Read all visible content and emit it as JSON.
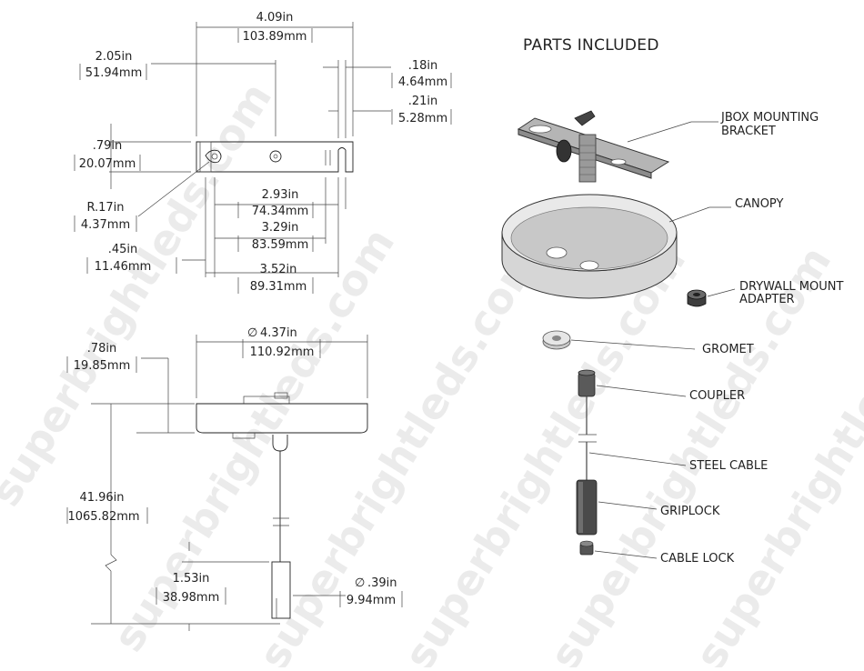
{
  "watermark": "superbrightleds.com",
  "parts_title": "PARTS INCLUDED",
  "colors": {
    "line": "#222222",
    "part_gray": "#9a9a9a",
    "part_light": "#cfcfcf",
    "watermark": "#dcdcdc"
  },
  "top_view_dims": {
    "overall_width": {
      "in": "4.09in",
      "mm": "103.89mm"
    },
    "center_offset": {
      "in": "2.05in",
      "mm": "51.94mm"
    },
    "slot_width_a": {
      "in": ".18in",
      "mm": "4.64mm"
    },
    "slot_width_b": {
      "in": ".21in",
      "mm": "5.28mm"
    },
    "height": {
      "in": ".79in",
      "mm": "20.07mm"
    },
    "radius": {
      "in": "R.17in",
      "mm": "4.37mm"
    },
    "span_a": {
      "in": "2.93in",
      "mm": "74.34mm"
    },
    "span_b": {
      "in": "3.29in",
      "mm": "83.59mm"
    },
    "slot_offset": {
      "in": ".45in",
      "mm": "11.46mm"
    },
    "span_c": {
      "in": "3.52in",
      "mm": "89.31mm"
    }
  },
  "side_view_dims": {
    "canopy_diameter": {
      "in": "4.37in",
      "mm": "110.92mm",
      "symbol": "∅"
    },
    "canopy_height": {
      "in": ".78in",
      "mm": "19.85mm"
    },
    "overall_drop": {
      "in": "41.96in",
      "mm": "1065.82mm"
    },
    "griplock_length": {
      "in": "1.53in",
      "mm": "38.98mm"
    },
    "griplock_diameter": {
      "in": ".39in",
      "mm": "9.94mm",
      "symbol": "∅"
    }
  },
  "parts": [
    {
      "id": "jbox",
      "label_lines": [
        "JBOX MOUNTING",
        "BRACKET"
      ]
    },
    {
      "id": "canopy",
      "label_lines": [
        "CANOPY"
      ]
    },
    {
      "id": "drywall",
      "label_lines": [
        "DRYWALL MOUNT",
        "ADAPTER"
      ]
    },
    {
      "id": "gromet",
      "label_lines": [
        "GROMET"
      ]
    },
    {
      "id": "coupler",
      "label_lines": [
        "COUPLER"
      ]
    },
    {
      "id": "steel_cable",
      "label_lines": [
        "STEEL CABLE"
      ]
    },
    {
      "id": "griplock",
      "label_lines": [
        "GRIPLOCK"
      ]
    },
    {
      "id": "cable_lock",
      "label_lines": [
        "CABLE LOCK"
      ]
    }
  ]
}
